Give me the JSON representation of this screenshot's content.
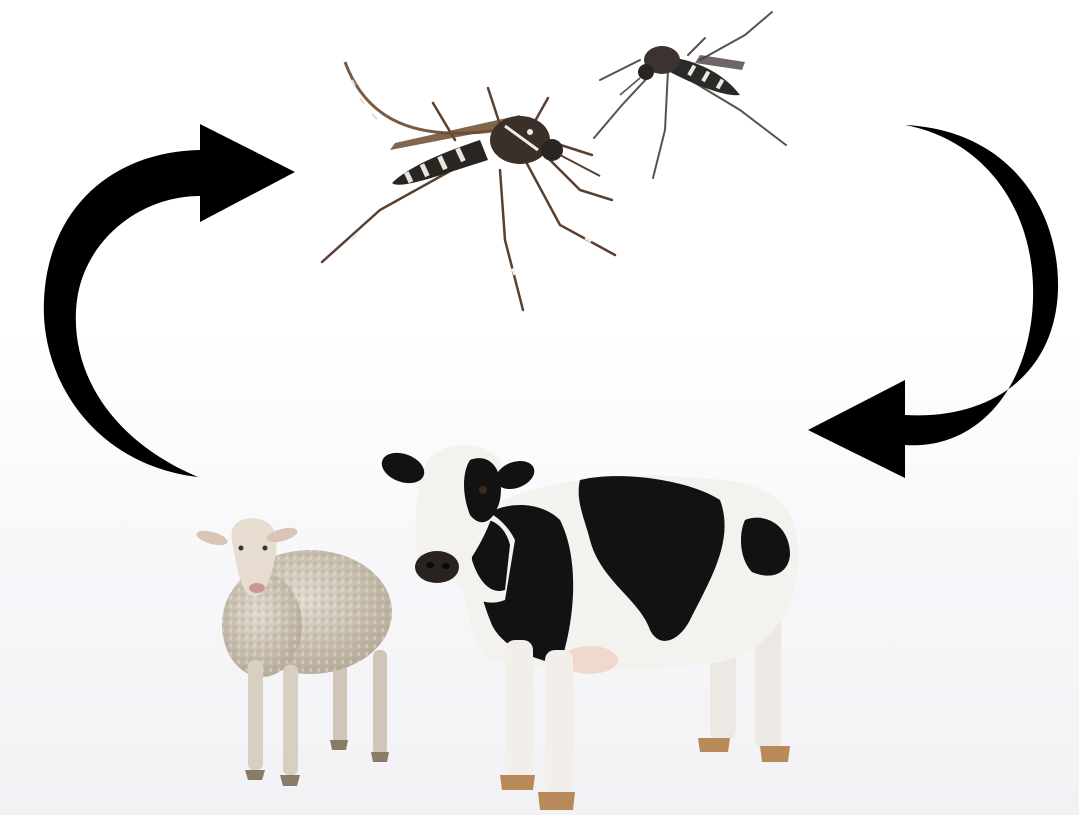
{
  "diagram": {
    "type": "transmission-cycle",
    "nodes": [
      {
        "id": "mosquito-vector",
        "icon": "mosquito-icon",
        "count": 2
      },
      {
        "id": "sheep-host",
        "icon": "sheep-icon"
      },
      {
        "id": "cow-host",
        "icon": "cow-icon"
      }
    ],
    "edges": [
      {
        "from": "mosquito-vector",
        "to": "cow-host",
        "icon": "curved-arrow-icon"
      },
      {
        "from": "sheep-host",
        "to": "mosquito-vector",
        "icon": "curved-arrow-icon"
      }
    ]
  },
  "colors": {
    "arrow": "#000000",
    "background": "#ffffff",
    "mosquito_body": "#2a2520",
    "mosquito_wing": "#6b4a2e",
    "mosquito_stripe": "#e8e4dc",
    "sheep_wool": "#cfc6b8",
    "cow_white": "#f4f2ee",
    "cow_black": "#121212",
    "hoof": "#b88a5a"
  }
}
